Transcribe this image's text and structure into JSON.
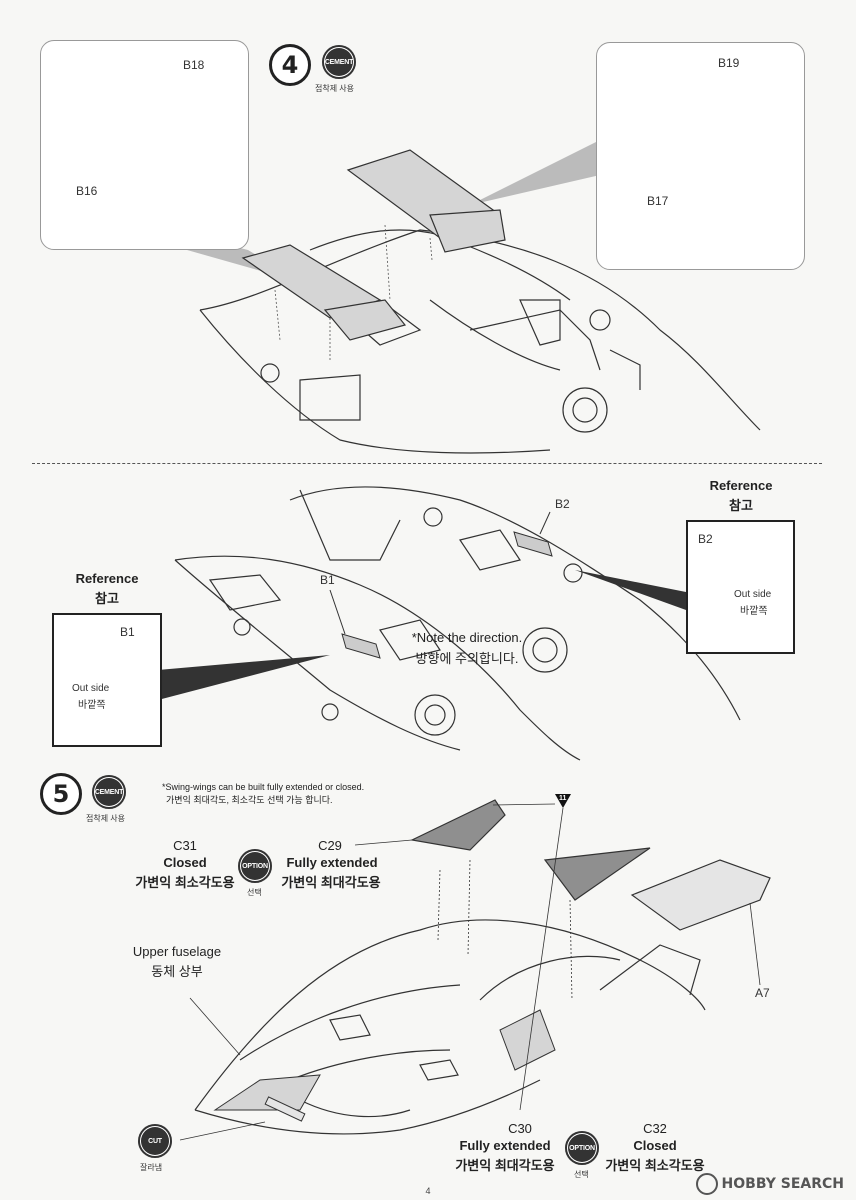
{
  "colors": {
    "panel": "#d5d5d5",
    "line": "#333333",
    "arrow": "#444444"
  },
  "step4": {
    "number": "4",
    "cement": "CEMENT",
    "cement_kr": "접착제 사용",
    "parts": {
      "b18": "B18",
      "b16": "B16",
      "b19": "B19",
      "b17": "B17"
    }
  },
  "middle": {
    "ref_right": {
      "title": "Reference",
      "title_kr": "참고",
      "part": "B2",
      "outside": "Out side",
      "outside_kr": "바깥쪽"
    },
    "ref_left": {
      "title": "Reference",
      "title_kr": "참고",
      "part": "B1",
      "outside": "Out side",
      "outside_kr": "바깥쪽"
    },
    "part_b2": "B2",
    "part_b1": "B1",
    "note": "*Note the direction.",
    "note_kr": "방향에 주의합니다."
  },
  "step5": {
    "number": "5",
    "cement": "CEMENT",
    "cement_kr": "접착제 사용",
    "swing_note": "*Swing-wings can be built fully extended or closed.",
    "swing_note_kr": "가변익 최대각도, 최소각도 선택 가능 합니다.",
    "c31": {
      "part": "C31",
      "state": "Closed",
      "kr": "가변익 최소각도용"
    },
    "c29": {
      "part": "C29",
      "state": "Fully extended",
      "kr": "가변익 최대각도용"
    },
    "option": "OPTION",
    "option_kr": "선택",
    "upper_fuselage": "Upper fuselage",
    "upper_fuselage_kr": "동체 상부",
    "a7": "A7",
    "triangle_num": "11",
    "cut": "CUT",
    "cut_kr": "잘라냄",
    "c30": {
      "part": "C30",
      "state": "Fully extended",
      "kr": "가변익 최대각도용"
    },
    "c32": {
      "part": "C32",
      "state": "Closed",
      "kr": "가변익 최소각도용"
    }
  },
  "page_number": "4",
  "watermark": "HOBBY SEARCH"
}
